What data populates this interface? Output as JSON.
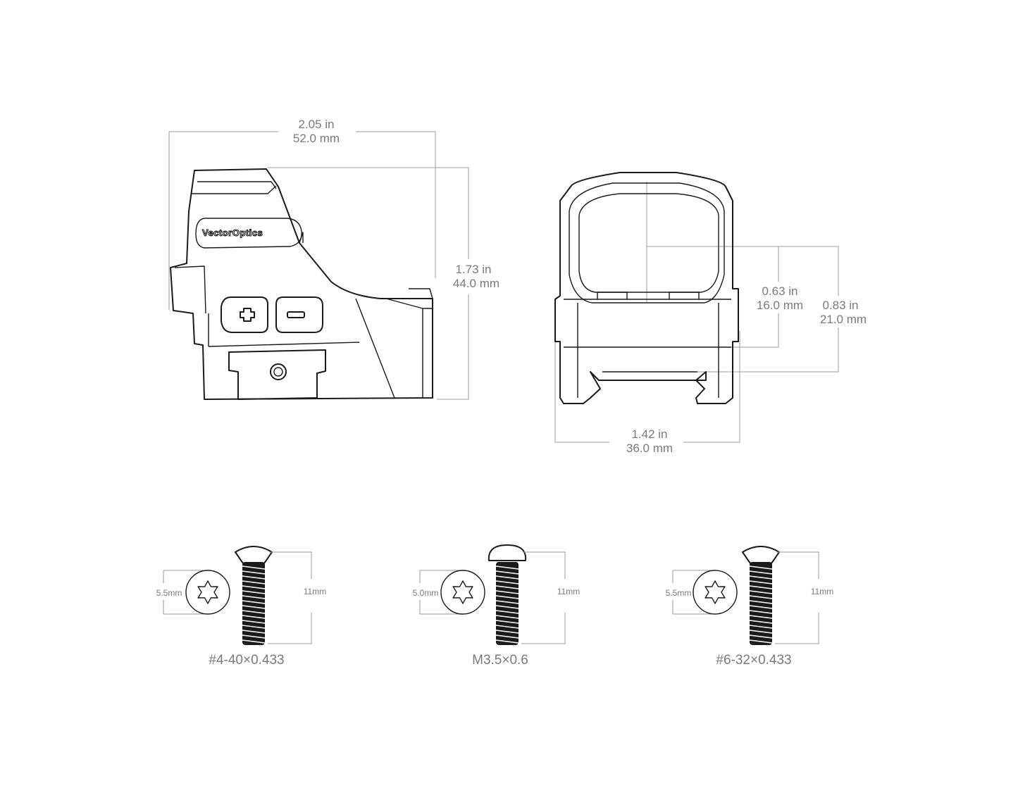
{
  "side_view": {
    "width_in": "2.05 in",
    "width_mm": "52.0 mm",
    "height_in": "1.73 in",
    "height_mm": "44.0 mm",
    "logo": "VectorOptics"
  },
  "front_view": {
    "width_in": "1.42 in",
    "width_mm": "36.0 mm",
    "inner_height_in": "0.63 in",
    "inner_height_mm": "16.0 mm",
    "outer_height_in": "0.83 in",
    "outer_height_mm": "21.0 mm"
  },
  "screws": [
    {
      "head_diameter": "5.5mm",
      "length": "11mm",
      "spec": "#4-40×0.433"
    },
    {
      "head_diameter": "5.0mm",
      "length": "11mm",
      "spec": "M3.5×0.6"
    },
    {
      "head_diameter": "5.5mm",
      "length": "11mm",
      "spec": "#6-32×0.433"
    }
  ],
  "colors": {
    "ink": "#1a1a1a",
    "dimension": "#9b9b9b",
    "dimension_text": "#7a7a7a"
  }
}
